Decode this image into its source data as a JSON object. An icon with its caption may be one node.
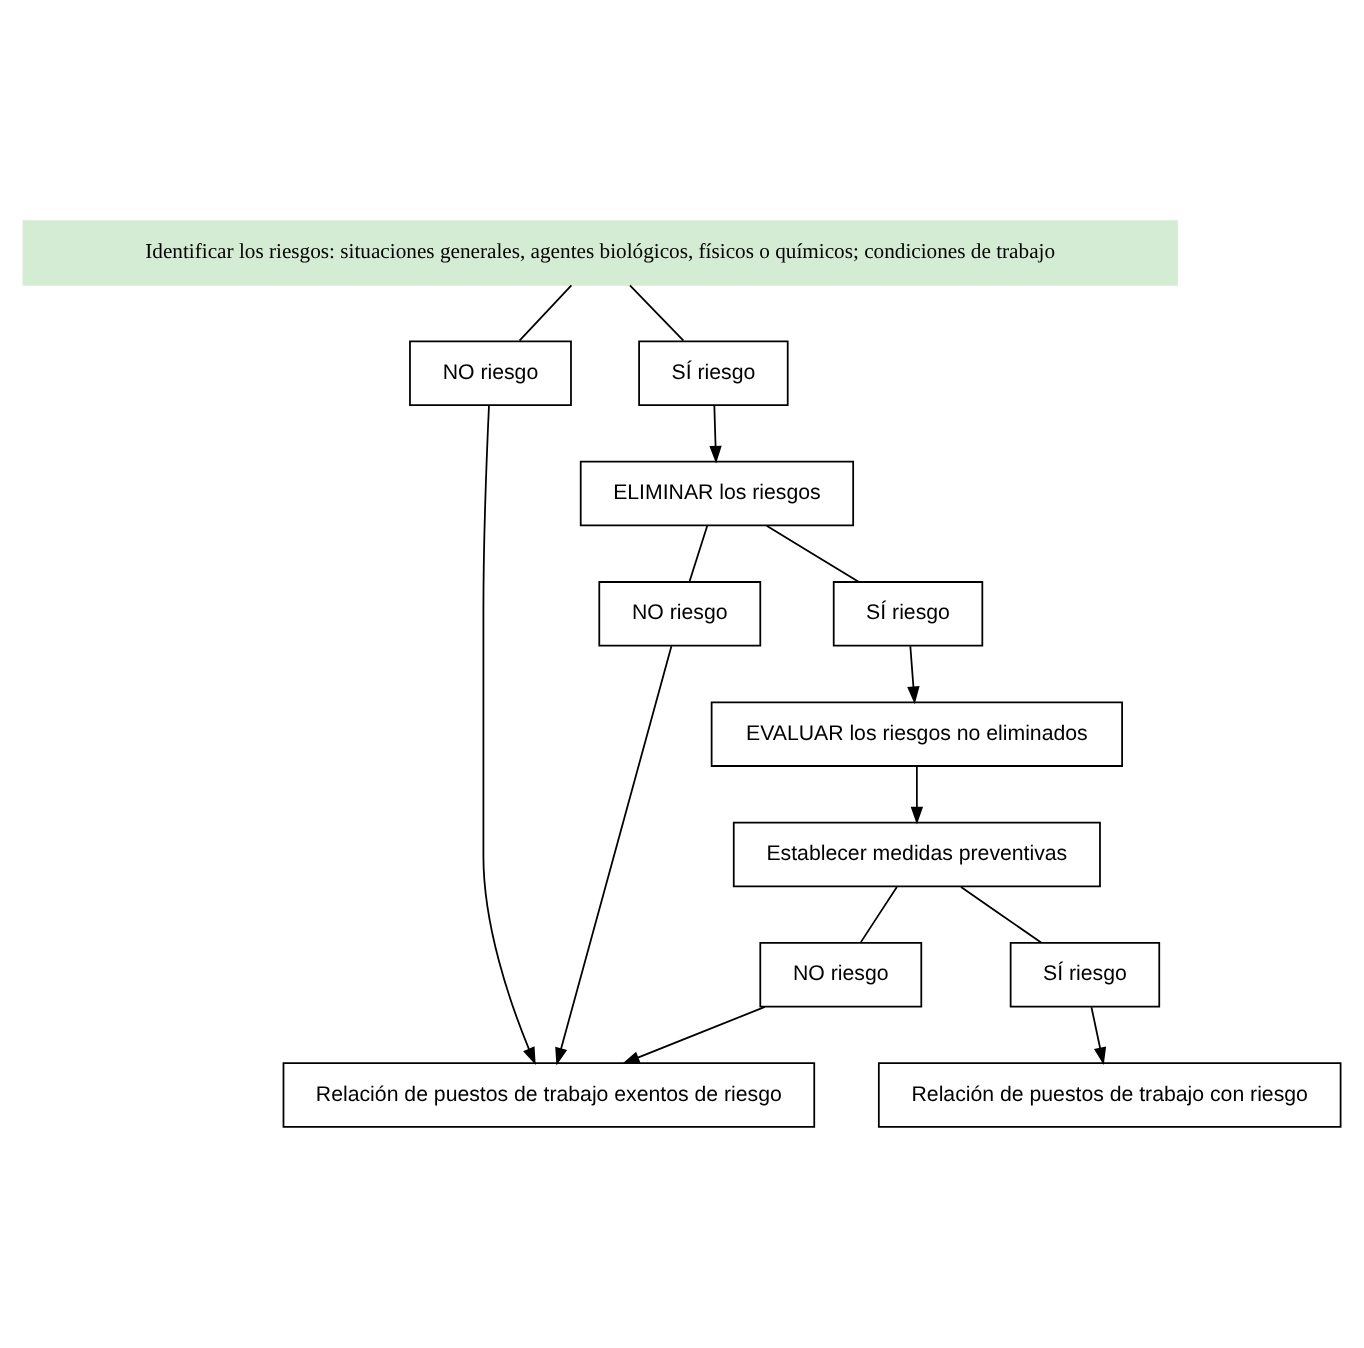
{
  "diagram": {
    "nodes": [
      {
        "text": [
          "Identificar los riesgos: situaciones generales, agentes biológicos, físicos o químicos; condiciones de trabajo"
        ]
      },
      {
        "text": [
          "NO riesgo"
        ]
      },
      {
        "text": [
          "SÍ riesgo"
        ]
      },
      {
        "text": [
          "ELIMINAR los riesgos"
        ]
      },
      {
        "text": [
          "NO riesgo"
        ]
      },
      {
        "text": [
          "SÍ riesgo"
        ]
      },
      {
        "text": [
          "EVALUAR los riesgos no eliminados"
        ]
      },
      {
        "text": [
          "Establecer medidas preventivas"
        ]
      },
      {
        "text": [
          "NO riesgo"
        ]
      },
      {
        "text": [
          "SÍ riesgo"
        ]
      },
      {
        "text": [
          "Relación de puestos de trabajo exentos de riesgo"
        ]
      },
      {
        "text": [
          "Relación de puestos de trabajo con riesgo"
        ]
      }
    ],
    "edges": [
      {
        "from": 0,
        "to": 1,
        "arrow": "none"
      },
      {
        "from": 0,
        "to": 2,
        "arrow": "none"
      },
      {
        "from": 1,
        "to": 10,
        "arrow": "to"
      },
      {
        "from": 2,
        "to": 3,
        "arrow": "to"
      },
      {
        "from": 3,
        "to": 4,
        "arrow": "none"
      },
      {
        "from": 3,
        "to": 5,
        "arrow": "none"
      },
      {
        "from": 4,
        "to": 10,
        "arrow": "to"
      },
      {
        "from": 5,
        "to": 6,
        "arrow": "to"
      },
      {
        "from": 6,
        "to": 7,
        "arrow": "to"
      },
      {
        "from": 7,
        "to": 8,
        "arrow": "none"
      },
      {
        "from": 7,
        "to": 9,
        "arrow": "none"
      },
      {
        "from": 8,
        "to": 10,
        "arrow": "to"
      },
      {
        "from": 9,
        "to": 11,
        "arrow": "to"
      }
    ]
  }
}
